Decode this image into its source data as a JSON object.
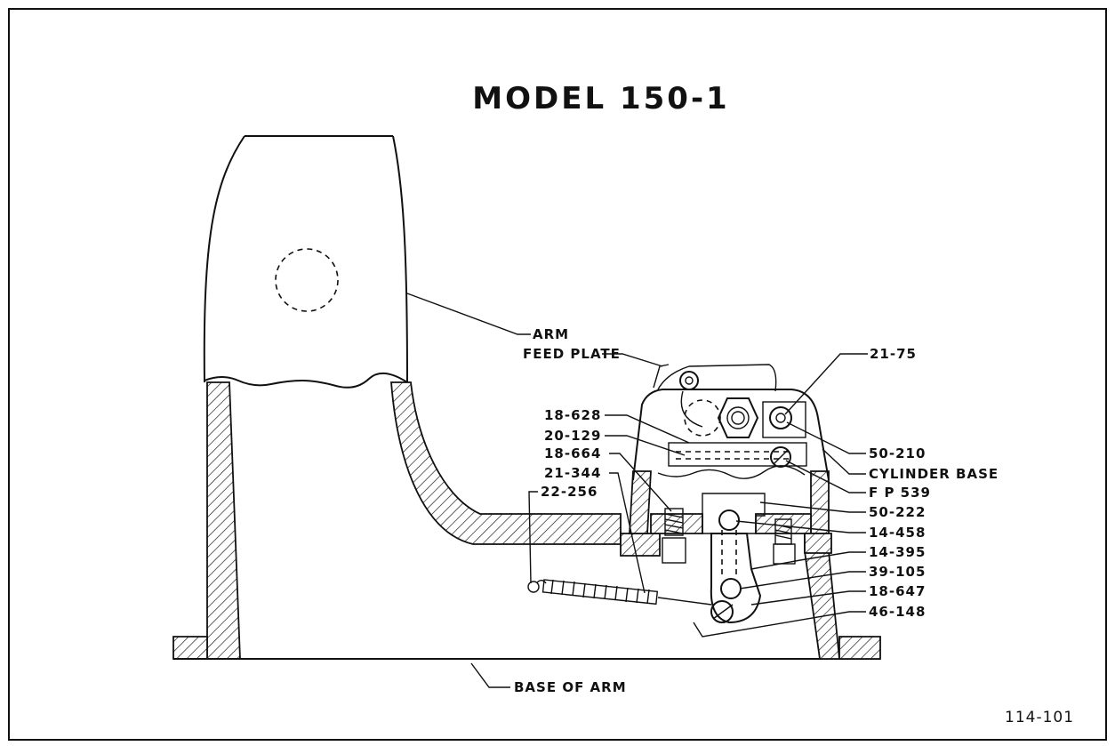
{
  "title": "MODEL 150-1",
  "figure_number": "114-101",
  "labels": {
    "arm": "ARM",
    "feed_plate": "FEED PLATE",
    "p21_75": "21-75",
    "p18_628": "18-628",
    "p20_129": "20-129",
    "p18_664": "18-664",
    "p21_344": "21-344",
    "p22_256": "22-256",
    "p50_210": "50-210",
    "cylinder_base": "CYLINDER BASE",
    "fp539": "F P 539",
    "p50_222": "50-222",
    "p14_458": "14-458",
    "p14_395": "14-395",
    "p39_105": "39-105",
    "p18_647": "18-647",
    "p46_148": "46-148",
    "base_of_arm": "BASE OF ARM"
  }
}
